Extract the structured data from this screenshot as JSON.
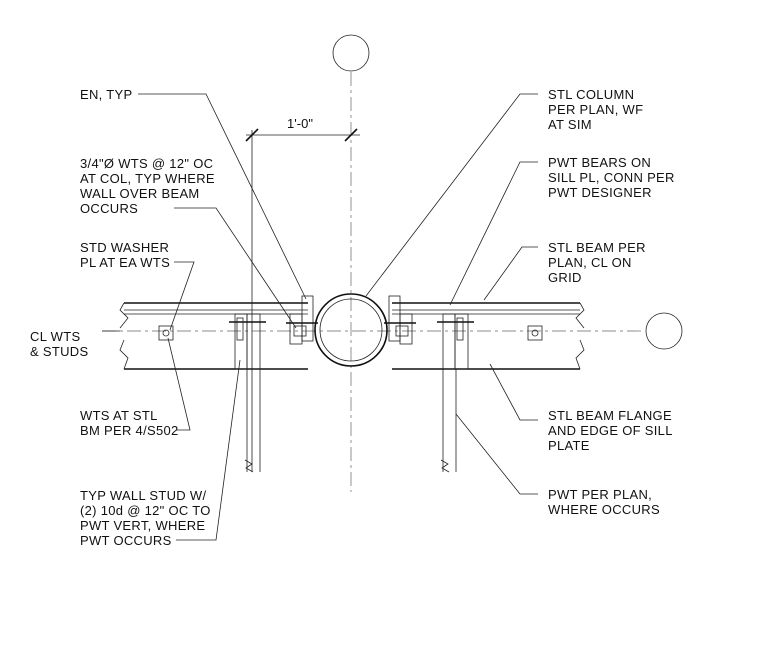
{
  "dimension": {
    "text": "1'-0\""
  },
  "notes_left": [
    {
      "id": "en",
      "lines": [
        "EN, TYP"
      ]
    },
    {
      "id": "wts",
      "lines": [
        "3/4\"Ø WTS @ 12\" OC",
        "AT COL, TYP WHERE",
        "WALL OVER BEAM",
        "OCCURS"
      ]
    },
    {
      "id": "washer",
      "lines": [
        "STD WASHER",
        "PL AT EA WTS"
      ]
    },
    {
      "id": "clwts",
      "lines": [
        "CL WTS",
        "& STUDS"
      ]
    },
    {
      "id": "wtsstl",
      "lines": [
        "WTS AT STL",
        "BM PER 4/S502"
      ]
    },
    {
      "id": "stud",
      "lines": [
        "TYP WALL STUD W/",
        "(2) 10d @ 12\" OC TO",
        "PWT VERT, WHERE",
        "PWT OCCURS"
      ]
    }
  ],
  "notes_right": [
    {
      "id": "column",
      "lines": [
        "STL COLUMN",
        "PER PLAN, WF",
        "AT SIM"
      ]
    },
    {
      "id": "pwtbears",
      "lines": [
        "PWT BEARS ON",
        "SILL PL, CONN PER",
        "PWT DESIGNER"
      ]
    },
    {
      "id": "beam",
      "lines": [
        "STL BEAM PER",
        "PLAN, CL ON",
        "GRID"
      ]
    },
    {
      "id": "flange",
      "lines": [
        "STL BEAM FLANGE",
        "AND EDGE OF SILL",
        "PLATE"
      ]
    },
    {
      "id": "pwt",
      "lines": [
        "PWT PER PLAN,",
        "WHERE OCCURS"
      ]
    }
  ]
}
